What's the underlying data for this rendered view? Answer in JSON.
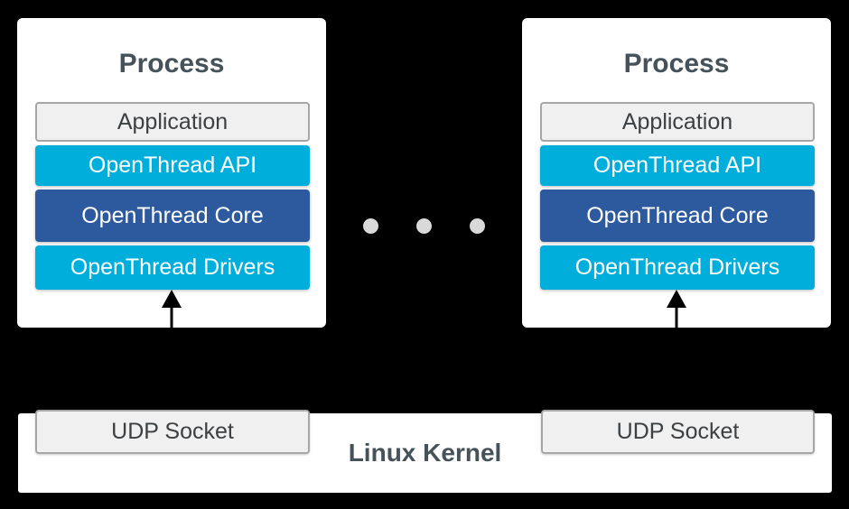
{
  "colors": {
    "background": "#000000",
    "card_white": "#ffffff",
    "layer_cyan": "#00aedb",
    "layer_dark_blue": "#2d5a9e",
    "layer_gray_fill": "#f0f0f0",
    "layer_gray_border": "#a6a6a6",
    "heading_text": "#46525a",
    "box_label_text": "#3c4043",
    "layer_text_white": "#ffffff",
    "dot_gray": "#d9d9d9",
    "arrow_black": "#000000"
  },
  "processes": [
    {
      "title": "Process",
      "layers": [
        {
          "label": "Application"
        },
        {
          "label": "OpenThread API"
        },
        {
          "label": "OpenThread Core"
        },
        {
          "label": "OpenThread Drivers"
        }
      ]
    },
    {
      "title": "Process",
      "layers": [
        {
          "label": "Application"
        },
        {
          "label": "OpenThread API"
        },
        {
          "label": "OpenThread Core"
        },
        {
          "label": "OpenThread Drivers"
        }
      ]
    }
  ],
  "ellipsis": {
    "dot_count": 3
  },
  "kernel": {
    "label": "Linux Kernel",
    "sockets": [
      {
        "label": "UDP Socket"
      },
      {
        "label": "UDP Socket"
      }
    ]
  }
}
